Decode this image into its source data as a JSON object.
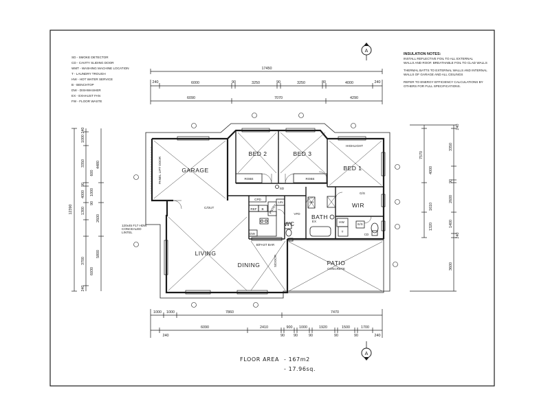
{
  "legend": [
    "SD  -  SMOKE DETECTOR",
    "CD  -  CAVITY SLIDING DOOR",
    "WMT - WASHING MACHINE LOCATION",
    "T  -  LAUNDRY TROUGH",
    "HW - HOT WATER SERVICE",
    "B  -  BENCHTOP",
    "DW - DISHWASHER",
    "EX - EXHAUST FAN",
    "FW - FLOOR WASTE"
  ],
  "notes": {
    "title": "INSULATION NOTES:",
    "lines": [
      "INSTALL REFLECTIVE FOIL TO ALL EXTERNAL",
      "WALLS AND ROOF. BREATHABLE FOIL TO CLAD WALLS",
      "",
      "THERMAL BATTS TO EXTERNAL WALLS AND INTERNAL",
      "WALLS OF GARAGE AND ALL CEILINGS",
      "",
      "REFER TO ENERGY EFFICIENCY CALCULATIONS BY",
      "OTHERS FOR FULL SPECIFICATIONS."
    ]
  },
  "section_marker": "A",
  "rooms": {
    "garage": "GARAGE",
    "bed2": "BED 2",
    "bed3": "BED 3",
    "bed1": "BED 1",
    "wir": "WIR",
    "bath": "BATH",
    "wc": "WC",
    "living": "LIVING",
    "dining": "DINING",
    "patio": "PATIO",
    "patio_sub": "CONCRETE"
  },
  "labels": {
    "robe_left": "ROBE",
    "robe_right": "ROBE",
    "highlight": "HIGHLIGHT",
    "panel_lift_door": "PANEL LIFT DOOR",
    "cutout": "C/OUT",
    "lintel_1": "120x45 F17 HDW",
    "lintel_2": "CONCEALED",
    "lintel_3": "LINTEL",
    "cpd": "CPD",
    "lin": "LIN",
    "ref": "REF",
    "b": "B",
    "pantry": "PNTRY",
    "dw": "DW",
    "bfast_bar": "B/FAST BAR",
    "sdoor": "S/DOOR",
    "ex": "EX",
    "sh": "SH",
    "gs": "G/S",
    "es": "E/S",
    "vfd": "VFD",
    "hw": "HW",
    "t": "T",
    "sd": "SD",
    "cd": "CD"
  },
  "dims_top": {
    "overall": "17450",
    "row1": [
      "240",
      "6000",
      "90",
      "3250",
      "90",
      "3250",
      "80",
      "4000",
      "240"
    ],
    "row2": [
      "6090",
      "7070",
      "4290"
    ]
  },
  "dims_bottom": {
    "row1": [
      "1000",
      "1000",
      "7860",
      "7470"
    ],
    "row2": [
      "240",
      "6090",
      "2410",
      "90",
      "900",
      "90",
      "1000",
      "90",
      "1920",
      "90",
      "1500",
      "90",
      "1700",
      "240"
    ]
  },
  "dims_left": {
    "overall": "12390",
    "row1": [
      "240",
      "1000",
      "3350",
      "90",
      "4000",
      "1300",
      "3700",
      "240"
    ],
    "row2": [
      "4480",
      "5800",
      "2600",
      "6930",
      "1000",
      "90",
      "600"
    ]
  },
  "dims_right": {
    "row1": [
      "240",
      "3350",
      "4000",
      "90",
      "2600",
      "1400",
      "240"
    ],
    "row2": [
      "7570",
      "1610",
      "1320",
      "3600"
    ]
  },
  "floor_area": {
    "label": "FLOOR AREA",
    "value1": "- 167m2",
    "value2": "- 17.96sq."
  }
}
